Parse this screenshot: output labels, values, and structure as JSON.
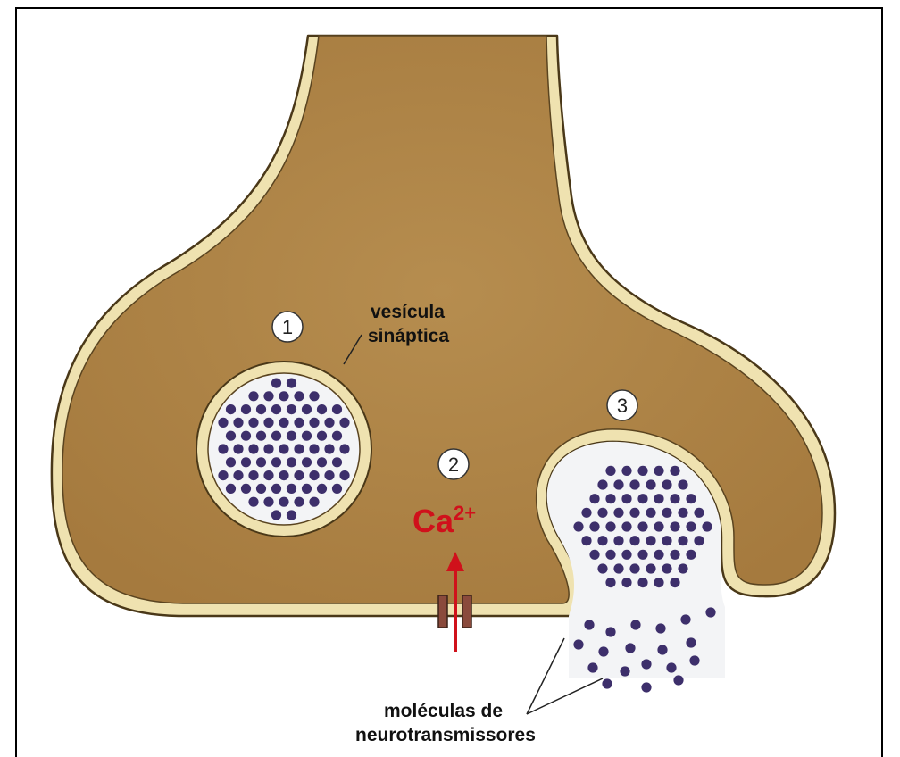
{
  "labels": {
    "vesicle_line1": "vesícula",
    "vesicle_line2": "sináptica",
    "neuro_line1": "moléculas de",
    "neuro_line2": "neurotransmissores",
    "calcium": "Ca",
    "calcium_charge": "2+"
  },
  "steps": [
    "1",
    "2",
    "3"
  ],
  "colors": {
    "terminal_fill": "#b3894a",
    "membrane": "#efe2b0",
    "outline": "#4a3818",
    "vesicle_inside": "#f3f4f6",
    "molecule": "#3d2f6b",
    "calcium": "#d0111b",
    "channel": "#8a4a3c"
  }
}
